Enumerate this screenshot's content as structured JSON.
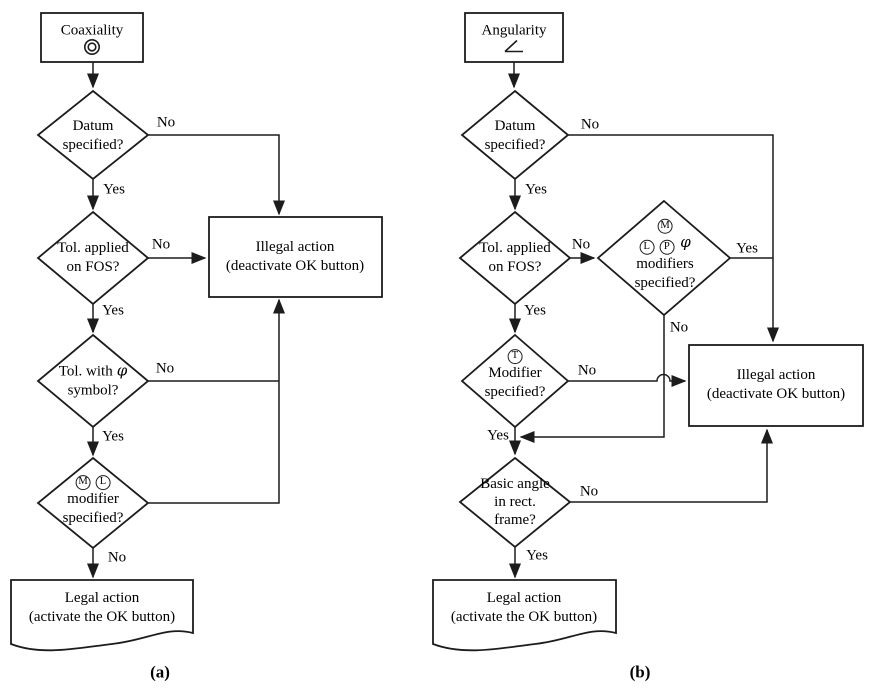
{
  "labels": {
    "yes": "Yes",
    "no": "No"
  },
  "flowchart_a": {
    "caption": "(a)",
    "start": {
      "title": "Coaxiality",
      "symbol": "concentric-circles"
    },
    "decisions": {
      "datum": {
        "l1": "Datum",
        "l2": "specified?"
      },
      "fos": {
        "l1": "Tol. applied",
        "l2": "on FOS?"
      },
      "tol_phi": {
        "l1": "Tol. with",
        "phi": "φ",
        "l2": "symbol?"
      },
      "modifier": {
        "m": "M",
        "l": "L",
        "l1": "modifier",
        "l2": "specified?"
      }
    },
    "illegal": {
      "l1": "Illegal action",
      "l2": "(deactivate OK button)"
    },
    "legal": {
      "l1": "Legal action",
      "l2": "(activate the OK button)"
    }
  },
  "flowchart_b": {
    "caption": "(b)",
    "start": {
      "title": "Angularity",
      "symbol": "angle"
    },
    "decisions": {
      "datum": {
        "l1": "Datum",
        "l2": "specified?"
      },
      "fos": {
        "l1": "Tol. applied",
        "l2": "on FOS?"
      },
      "modifiers": {
        "m": "M",
        "l": "L",
        "p": "P",
        "phi": "φ",
        "l1": "modifiers",
        "l2": "specified?"
      },
      "t_modifier": {
        "t": "T",
        "l1": "Modifier",
        "l2": "specified?"
      },
      "basic_angle": {
        "l1": "Basic angle",
        "l2": "in rect.",
        "l3": "frame?"
      }
    },
    "illegal": {
      "l1": "Illegal action",
      "l2": "(deactivate OK button)"
    },
    "legal": {
      "l1": "Legal action",
      "l2": "(activate the OK button)"
    }
  }
}
